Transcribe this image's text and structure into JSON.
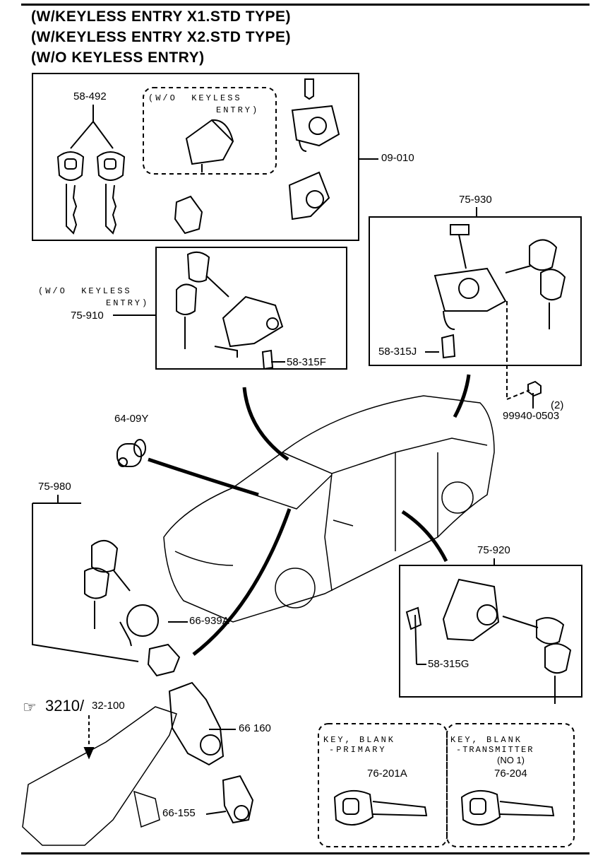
{
  "header": {
    "lines": [
      "(W/KEYLESS ENTRY X1.STD TYPE)",
      "(W/KEYLESS ENTRY X2.STD TYPE)",
      "(W/O KEYLESS ENTRY)"
    ]
  },
  "parts": {
    "p58_492": "58-492",
    "p09_010": "09-010",
    "wo_keyless_1a": "(W/O  KEYLESS",
    "wo_keyless_1b": "ENTRY)",
    "wo_keyless_2a": "(W/O  KEYLESS",
    "wo_keyless_2b": "ENTRY)",
    "p75_910": "75-910",
    "p58_315F": "58-315F",
    "p75_930": "75-930",
    "p58_315J": "58-315J",
    "p99940_0503": "99940-0503",
    "p99940_qty": "(2)",
    "p64_09Y": "64-09Y",
    "p75_980": "75-980",
    "p66_939A": "66-939A",
    "p75_920": "75-920",
    "p58_315G": "58-315G",
    "ref_symbol": "☞",
    "ref_3210": "3210/",
    "ref_32_100": "32-100",
    "p66_160": "66 160",
    "p66_155": "66-155",
    "key_blank_primary_a": "KEY, BLANK",
    "key_blank_primary_b": "-PRIMARY",
    "p76_201A": "76-201A",
    "key_blank_tx_a": "KEY, BLANK",
    "key_blank_tx_b": "-TRANSMITTER",
    "key_blank_tx_c": "(NO 1)",
    "p76_204": "76-204"
  }
}
